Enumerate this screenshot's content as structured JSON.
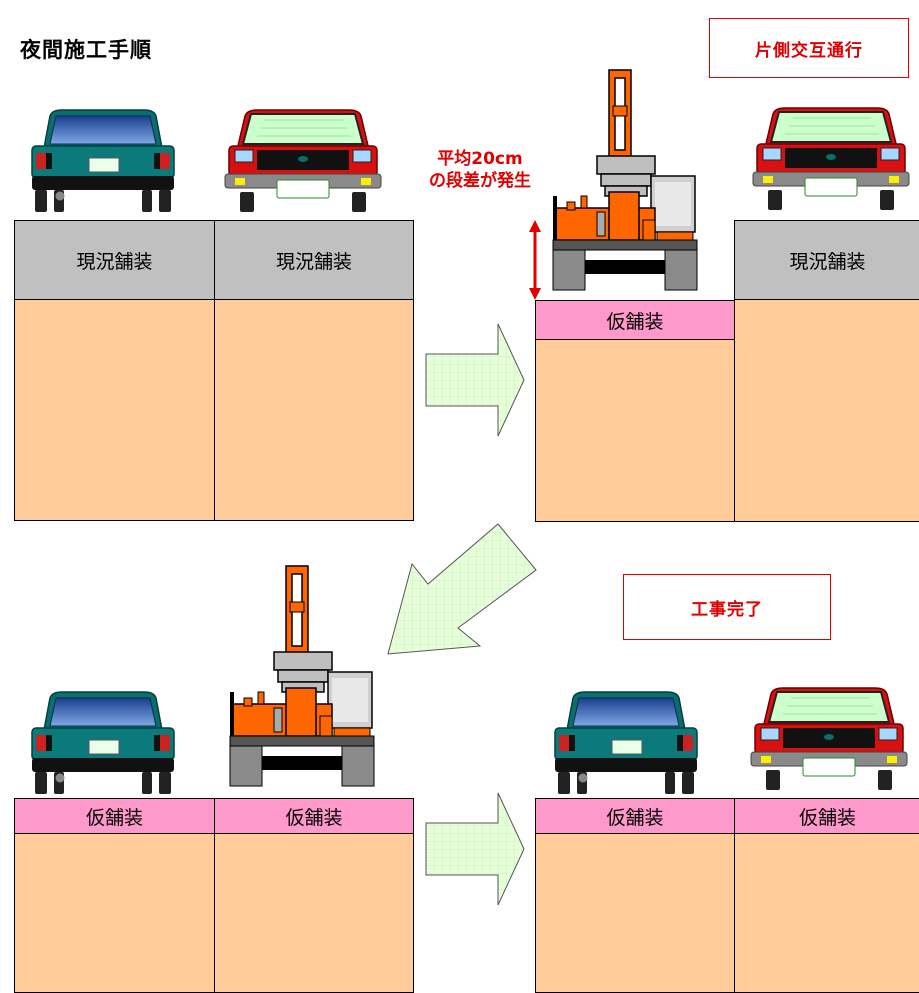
{
  "page": {
    "title": "夜間施工手順"
  },
  "tags": {
    "alternating_traffic": "片側交互通行",
    "work_complete": "工事完了"
  },
  "annotation": {
    "line1": "平均20cm",
    "line2": "の段差が発生"
  },
  "panels": {
    "step1": {
      "left": "現況舗装",
      "right": "現況舗装"
    },
    "step2": {
      "left": "仮舗装",
      "right": "現況舗装"
    },
    "step3": {
      "left": "仮舗装",
      "right": "仮舗装"
    },
    "step4": {
      "left": "仮舗装",
      "right": "仮舗装"
    }
  },
  "colors": {
    "existing_pavement": "#c0c0c0",
    "temporary_pavement": "#ff99cc",
    "soil": "#ffcc99",
    "accent_red": "#e00000",
    "arrow_fill": "#e6ffd9",
    "excavator_orange": "#ff6600",
    "car_green": "#008080",
    "car_red": "#e01010"
  }
}
